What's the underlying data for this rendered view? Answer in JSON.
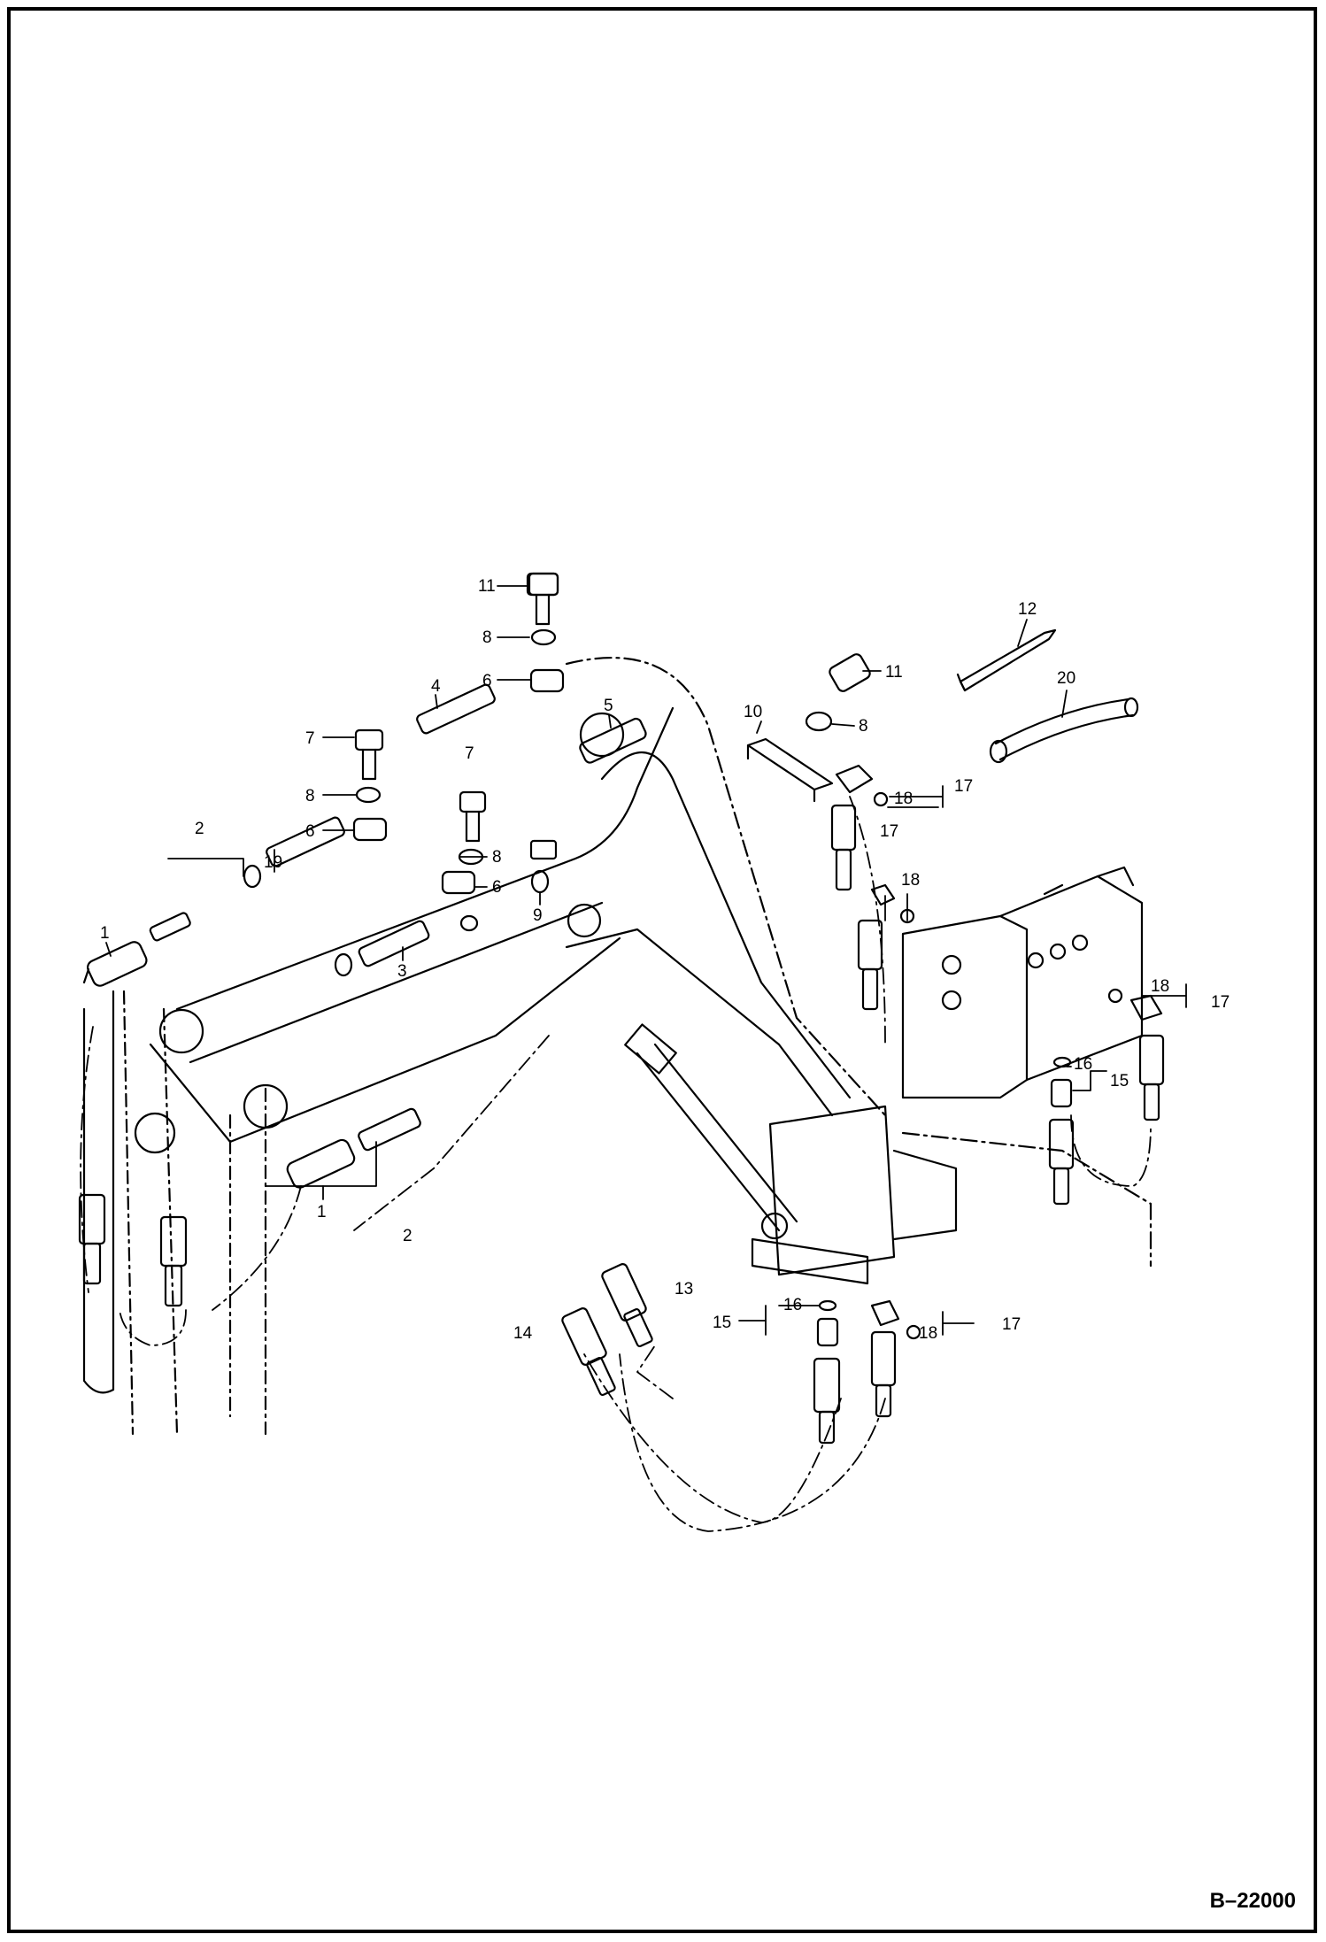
{
  "document": {
    "code": "B–22000"
  },
  "callouts": [
    {
      "id": "c1a",
      "text": "1"
    },
    {
      "id": "c1b",
      "text": "1"
    },
    {
      "id": "c2a",
      "text": "2"
    },
    {
      "id": "c2b",
      "text": "2"
    },
    {
      "id": "c3",
      "text": "3"
    },
    {
      "id": "c4",
      "text": "4"
    },
    {
      "id": "c5",
      "text": "5"
    },
    {
      "id": "c6a",
      "text": "6"
    },
    {
      "id": "c6b",
      "text": "6"
    },
    {
      "id": "c6c",
      "text": "6"
    },
    {
      "id": "c7a",
      "text": "7"
    },
    {
      "id": "c7b",
      "text": "7"
    },
    {
      "id": "c8a",
      "text": "8"
    },
    {
      "id": "c8b",
      "text": "8"
    },
    {
      "id": "c8c",
      "text": "8"
    },
    {
      "id": "c8d",
      "text": "8"
    },
    {
      "id": "c9",
      "text": "9"
    },
    {
      "id": "c10",
      "text": "10"
    },
    {
      "id": "c11a",
      "text": "11"
    },
    {
      "id": "c11b",
      "text": "11"
    },
    {
      "id": "c12",
      "text": "12"
    },
    {
      "id": "c13",
      "text": "13"
    },
    {
      "id": "c14",
      "text": "14"
    },
    {
      "id": "c15a",
      "text": "15"
    },
    {
      "id": "c15b",
      "text": "15"
    },
    {
      "id": "c16a",
      "text": "16"
    },
    {
      "id": "c16b",
      "text": "16"
    },
    {
      "id": "c17a",
      "text": "17"
    },
    {
      "id": "c17b",
      "text": "17"
    },
    {
      "id": "c17c",
      "text": "17"
    },
    {
      "id": "c17d",
      "text": "17"
    },
    {
      "id": "c18a",
      "text": "18"
    },
    {
      "id": "c18b",
      "text": "18"
    },
    {
      "id": "c18c",
      "text": "18"
    },
    {
      "id": "c18d",
      "text": "18"
    },
    {
      "id": "c19",
      "text": "19"
    },
    {
      "id": "c20",
      "text": "20"
    }
  ]
}
